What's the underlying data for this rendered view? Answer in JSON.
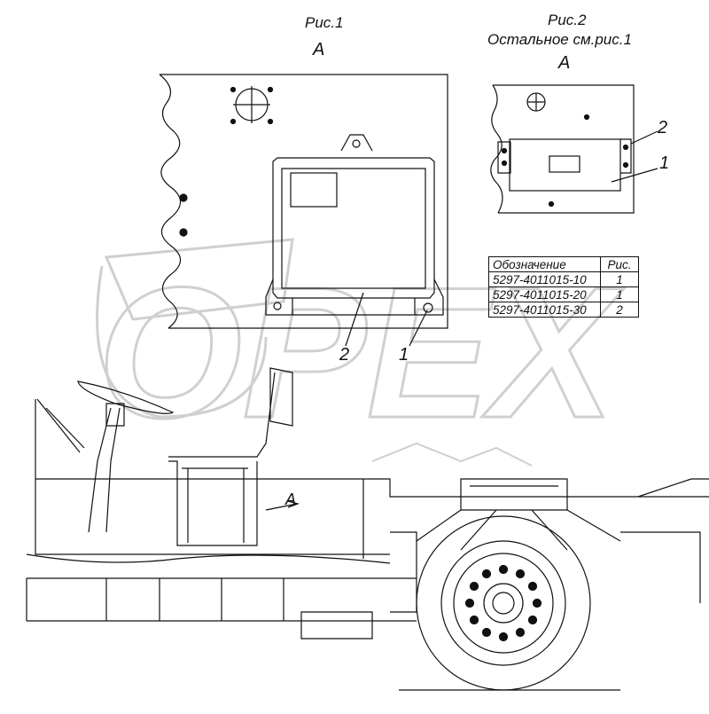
{
  "figure1": {
    "title": "Рис.1",
    "view": "А"
  },
  "figure2": {
    "title": "Рис.2",
    "subtitle": "Остальное см.рис.1",
    "view": "А"
  },
  "callouts": {
    "fig1_item2": "2",
    "fig1_item1": "1",
    "fig2_item2": "2",
    "fig2_item1": "1",
    "view_arrow": "A"
  },
  "table": {
    "headers": [
      "Обозначение",
      "Рис."
    ],
    "rows": [
      [
        "5297-4011015-10",
        "1"
      ],
      [
        "5297-4011015-20",
        "1"
      ],
      [
        "5297-4011015-30",
        "2"
      ]
    ]
  },
  "watermark": "OPEX",
  "colors": {
    "ink": "#111111",
    "watermark": "#c8c8c8",
    "background": "#ffffff"
  }
}
